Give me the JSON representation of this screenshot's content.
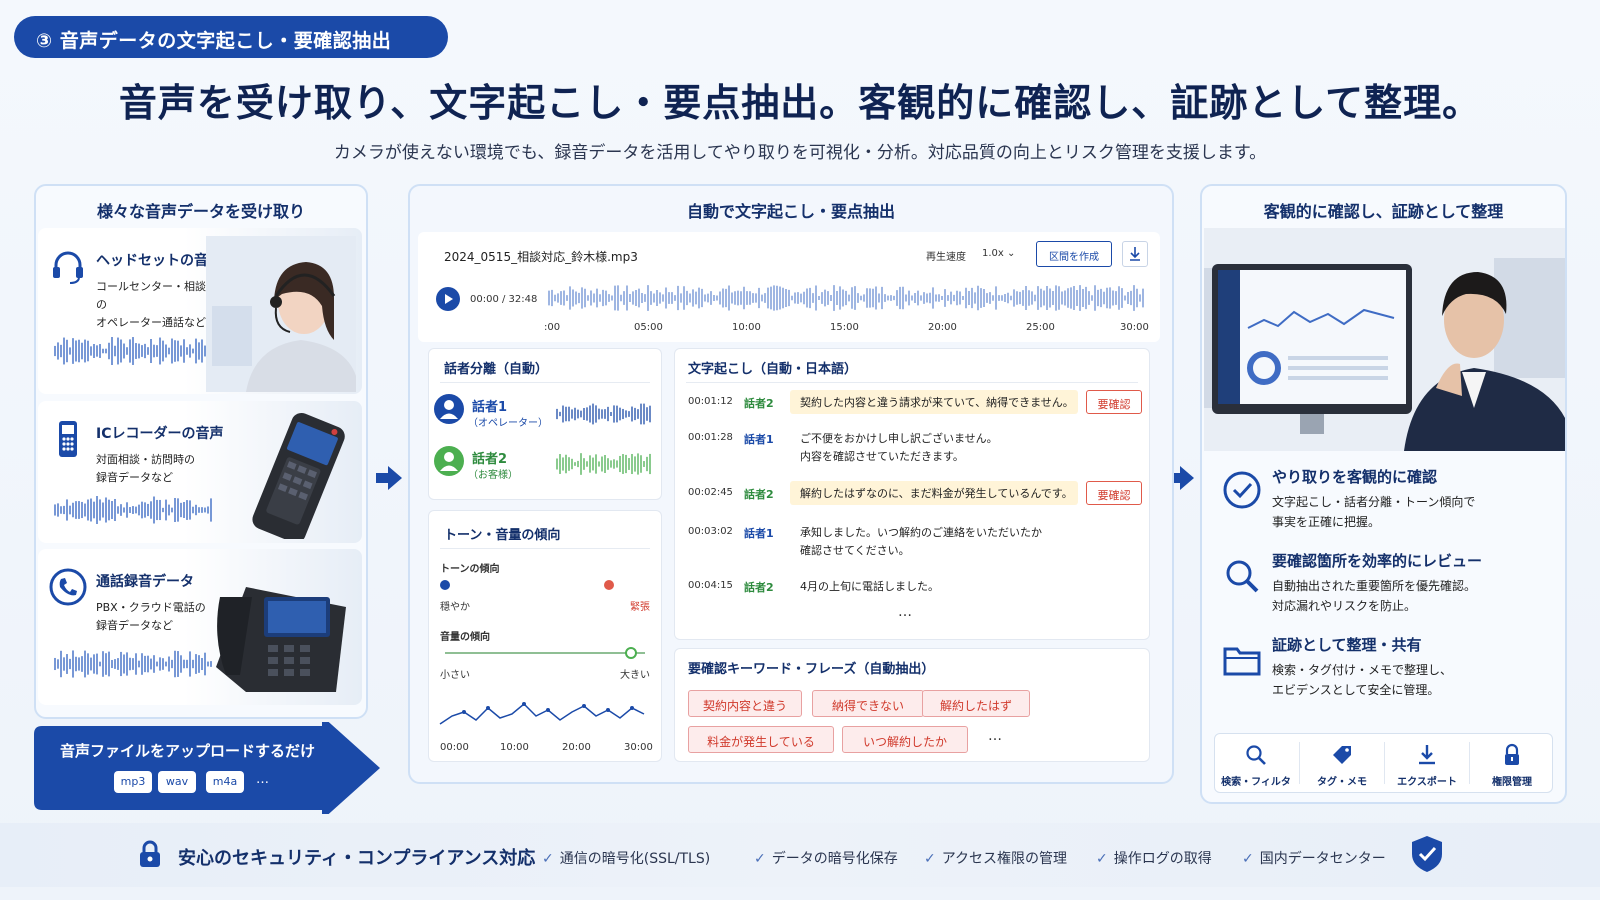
{
  "badge": "③ 音声データの文字起こし・要確認抽出",
  "headline": "音声を受け取り、文字起こし・要点抽出。客観的に確認し、証跡として整理。",
  "subline": "カメラが使えない環境でも、録音データを活用してやり取りを可視化・分析。対応品質の向上とリスク管理を支援します。",
  "left": {
    "title": "様々な音声データを受け取り",
    "sources": [
      {
        "title": "ヘッドセットの音声",
        "desc1": "コールセンター・相談窓口の",
        "desc2": "オペレーター通話など",
        "icon": "headset-icon"
      },
      {
        "title": "ICレコーダーの音声",
        "desc1": "対面相談・訪問時の",
        "desc2": "録音データなど",
        "icon": "recorder-icon"
      },
      {
        "title": "通話録音データ",
        "desc1": "PBX・クラウド電話の",
        "desc2": "録音データなど",
        "icon": "phone-icon"
      }
    ],
    "upload": {
      "label": "音声ファイルをアップロードするだけ",
      "exts": [
        "mp3",
        "wav",
        "m4a"
      ],
      "more": "…"
    }
  },
  "center": {
    "title": "自動で文字起こし・要点抽出",
    "player": {
      "filename": "2024_0515_相談対応_鈴木様.mp3",
      "speed_label": "再生速度",
      "speed_value": "1.0x ⌄",
      "section_button": "区間を作成",
      "time": "00:00 / 32:48",
      "ticks": [
        ":00",
        "05:00",
        "10:00",
        "15:00",
        "20:00",
        "25:00",
        "30:00"
      ]
    },
    "diarization": {
      "title": "話者分離（自動）",
      "speakers": [
        {
          "name": "話者1",
          "role": "（オペレーター）"
        },
        {
          "name": "話者2",
          "role": "（お客様）"
        }
      ]
    },
    "tone": {
      "title": "トーン・音量の傾向",
      "tone_label": "トーンの傾向",
      "tone_left": "穏やか",
      "tone_right": "緊張",
      "tone_level": 0.82,
      "volume_label": "音量の傾向",
      "volume_left": "小さい",
      "volume_right": "大きい",
      "volume_level": 0.93,
      "chart_ticks": [
        "00:00",
        "10:00",
        "20:00",
        "30:00"
      ]
    },
    "transcript": {
      "title": "文字起こし（自動・日本語）",
      "need_label": "要確認",
      "rows": [
        {
          "time": "00:01:12",
          "speaker": "話者2",
          "text1": "契約した内容と違う請求が来ていて、納得できません。",
          "text2": "",
          "flag": true
        },
        {
          "time": "00:01:28",
          "speaker": "話者1",
          "text1": "ご不便をおかけし申し訳ございません。",
          "text2": "内容を確認させていただきます。",
          "flag": false
        },
        {
          "time": "00:02:45",
          "speaker": "話者2",
          "text1": "解約したはずなのに、まだ料金が発生しているんです。",
          "text2": "",
          "flag": true
        },
        {
          "time": "00:03:02",
          "speaker": "話者1",
          "text1": "承知しました。いつ解約のご連絡をいただいたか",
          "text2": "確認させてください。",
          "flag": false
        },
        {
          "time": "00:04:15",
          "speaker": "話者2",
          "text1": "4月の上旬に電話しました。",
          "text2": "",
          "flag": false
        }
      ],
      "more": "…"
    },
    "keywords": {
      "title": "要確認キーワード・フレーズ（自動抽出）",
      "row1": [
        "契約内容と違う",
        "納得できない",
        "解約したはず"
      ],
      "row2": [
        "料金が発生している",
        "いつ解約したか"
      ],
      "more": "…"
    }
  },
  "right": {
    "title": "客観的に確認し、証跡として整理",
    "features": [
      {
        "title": "やり取りを客観的に確認",
        "desc1": "文字起こし・話者分離・トーン傾向で",
        "desc2": "事実を正確に把握。"
      },
      {
        "title": "要確認箇所を効率的にレビュー",
        "desc1": "自動抽出された重要箇所を優先確認。",
        "desc2": "対応漏れやリスクを防止。"
      },
      {
        "title": "証跡として整理・共有",
        "desc1": "検索・タグ付け・メモで整理し、",
        "desc2": "エビデンスとして安全に管理。"
      }
    ],
    "tools": [
      "検索・フィルタ",
      "タグ・メモ",
      "エクスポート",
      "権限管理"
    ]
  },
  "footer": {
    "title": "安心のセキュリティ・コンプライアンス対応",
    "items": [
      "通信の暗号化(SSL/TLS)",
      "データの暗号化保存",
      "アクセス権限の管理",
      "操作ログの取得",
      "国内データセンター"
    ]
  },
  "colors": {
    "brand": "#1b4aa8",
    "flag": "#d0392b",
    "speaker2": "#4caf50"
  }
}
